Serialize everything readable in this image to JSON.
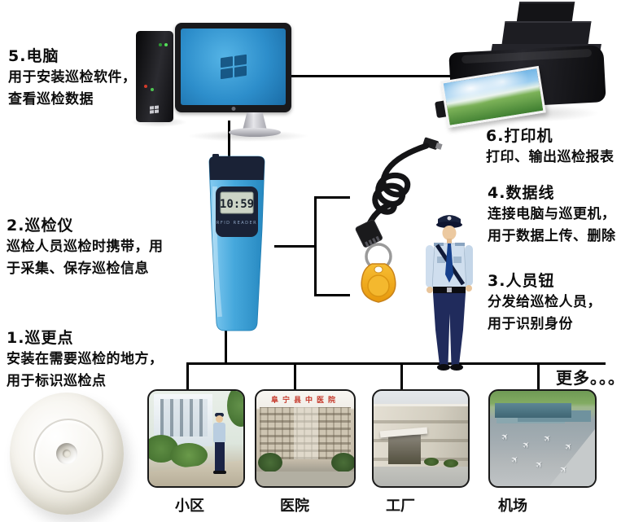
{
  "annotations": {
    "computer": {
      "heading": "5.电脑",
      "line1": "用于安装巡检软件，",
      "line2": "查看巡检数据"
    },
    "patrol_reader": {
      "heading": "2.巡检仪",
      "line1": "巡检人员巡检时携带，用",
      "line2": "于采集、保存巡检信息"
    },
    "patrol_point": {
      "heading": "1.巡更点",
      "line1": "安装在需要巡检的地方，",
      "line2": "用于标识巡检点"
    },
    "printer": {
      "heading": "6.打印机",
      "line1": "打印、输出巡检报表"
    },
    "data_cable": {
      "heading": "4.数据线",
      "line1": "连接电脑与巡更机，",
      "line2": "用于数据上传、删除"
    },
    "personnel_tag": {
      "heading": "3.人员钮",
      "line1": "分发给巡检人员，",
      "line2": "用于识别身份"
    }
  },
  "device": {
    "lcd_time": "10:59",
    "label": "RFID READER"
  },
  "hospital_sign": "阜宁县中医院",
  "more_label": "更多。。。",
  "locations": [
    {
      "label": "小区"
    },
    {
      "label": "医院"
    },
    {
      "label": "工厂"
    },
    {
      "label": "机场"
    }
  ],
  "icons": {
    "plane": "✈"
  },
  "colors": {
    "background": "#ffffff",
    "connector_line": "#000000",
    "text": "#0d0d0d",
    "device_blue": "#46a8dc",
    "device_panel": "#1a2236",
    "lcd_green": "#ccd4c6",
    "keyfob_orange": "#f0a81c",
    "screen_blue": "#2d8ecb",
    "guard_shirt": "#cfdeee",
    "guard_navy": "#202b5c",
    "hospital_sign_red": "#c43426"
  }
}
